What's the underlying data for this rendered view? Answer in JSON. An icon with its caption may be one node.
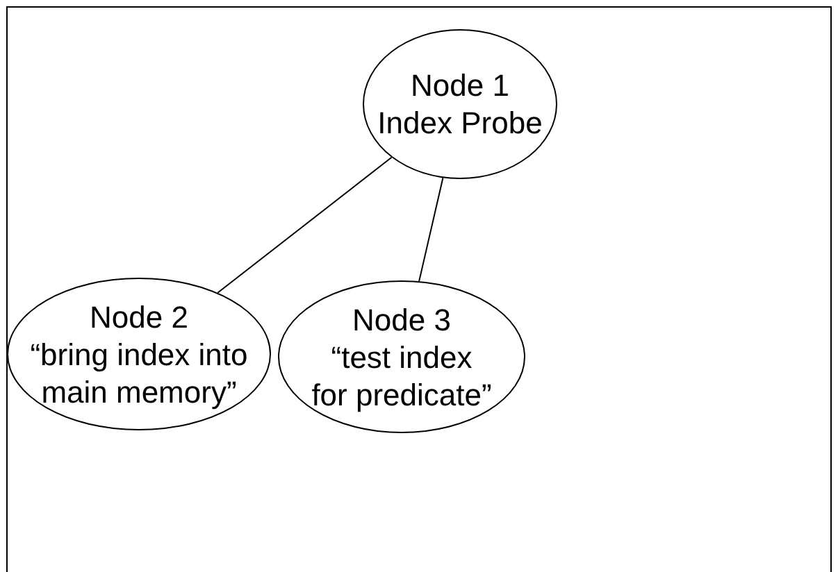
{
  "diagram": {
    "nodes": [
      {
        "text": [
          "Node 1",
          "Index Probe"
        ]
      },
      {
        "text": [
          "Node 2",
          "“bring index into main memory”"
        ]
      },
      {
        "text": [
          "Node 3",
          "“test index for predicate”"
        ]
      }
    ],
    "edges": [
      {
        "from": 0,
        "to": 1,
        "arrow": "none"
      },
      {
        "from": 0,
        "to": 2,
        "arrow": "none"
      }
    ]
  }
}
